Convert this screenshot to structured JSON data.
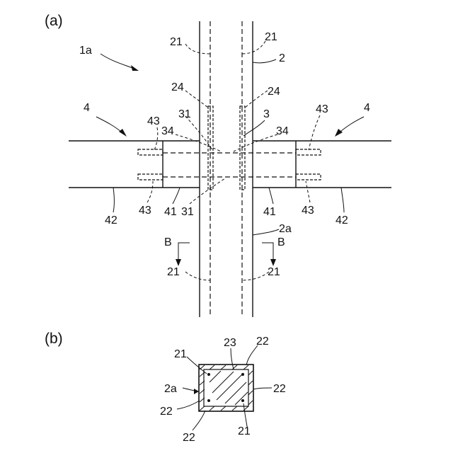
{
  "panels": {
    "a": "(a)",
    "b": "(b)"
  },
  "labels": {
    "n1a": "1a",
    "n2": "2",
    "n2a": "2a",
    "n3": "3",
    "n4": "4",
    "n21": "21",
    "n22": "22",
    "n23": "23",
    "n24": "24",
    "n31": "31",
    "n34": "34",
    "n41": "41",
    "n42": "42",
    "n43": "43",
    "section": "B"
  }
}
